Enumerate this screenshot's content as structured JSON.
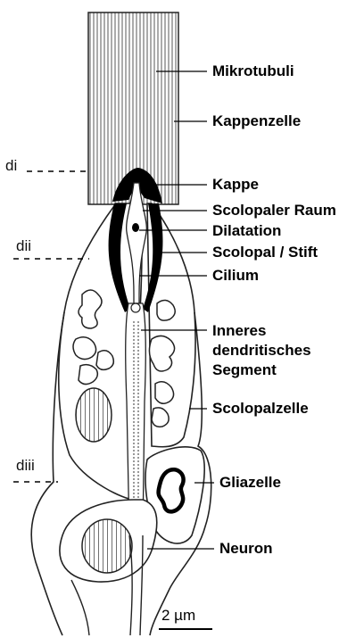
{
  "labels": {
    "mikrotubuli": "Mikrotubuli",
    "kappenzelle": "Kappenzelle",
    "kappe": "Kappe",
    "scolopaler_raum": "Scolopaler Raum",
    "dilatation": "Dilatation",
    "scolopal_stift": "Scolopal / Stift",
    "cilium": "Cilium",
    "inneres_line1": "Inneres",
    "inneres_line2": "dendritisches",
    "inneres_line3": "Segment",
    "scolopalzelle": "Scolopalzelle",
    "gliazelle": "Gliazelle",
    "neuron": "Neuron"
  },
  "sections": {
    "di": "di",
    "dii": "dii",
    "diii": "diii"
  },
  "scale_bar": {
    "label": "2 µm"
  }
}
